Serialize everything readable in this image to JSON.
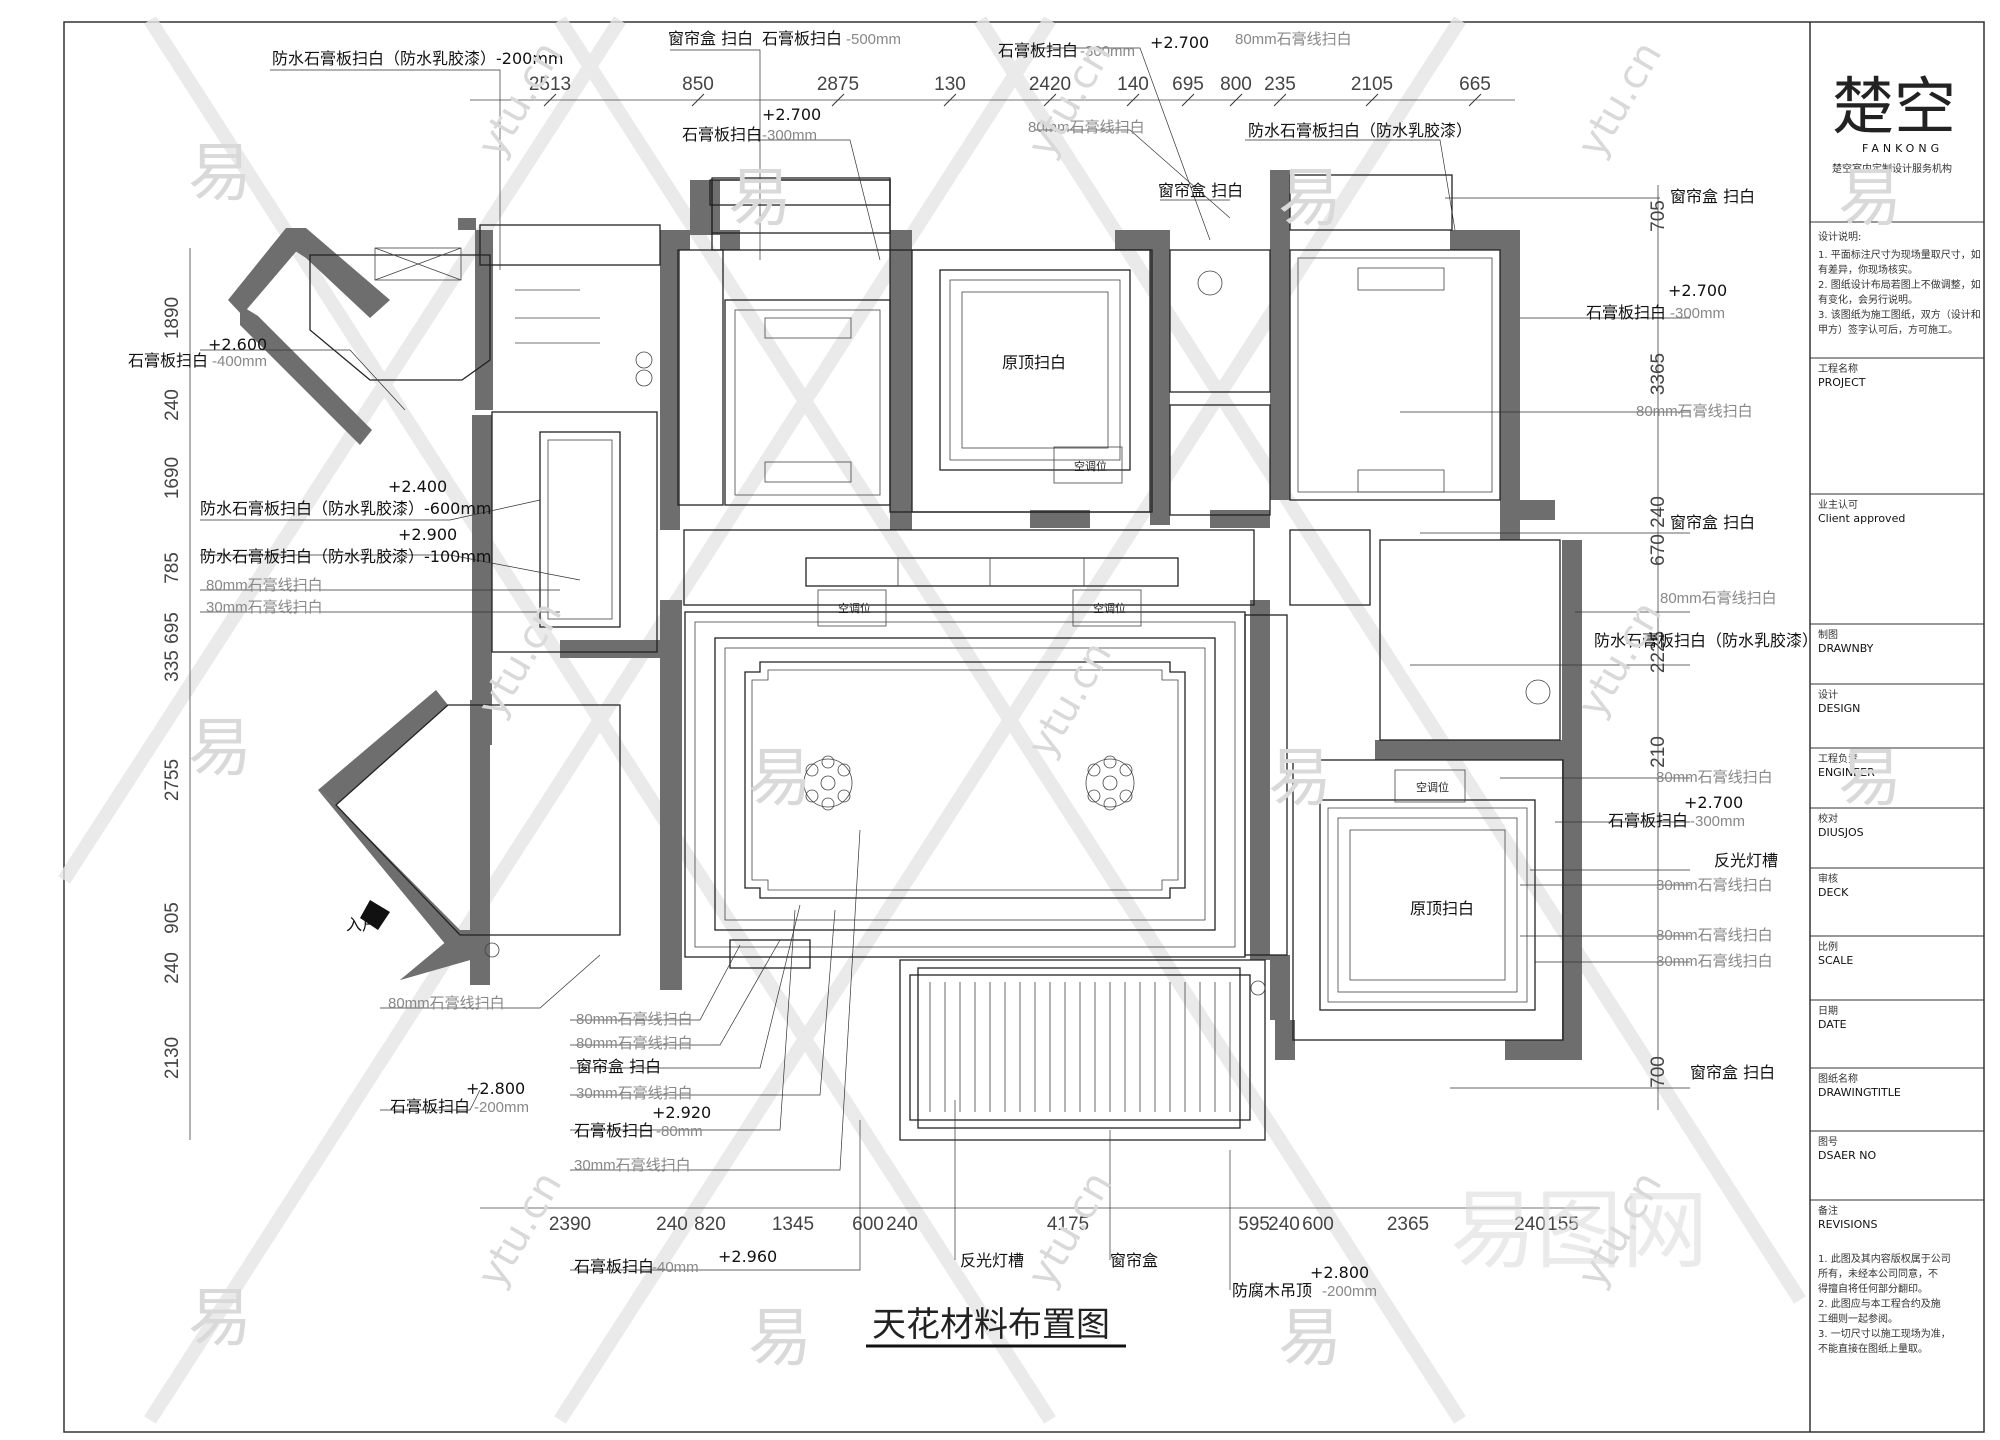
{
  "drawing_title": "天花材料布置图",
  "title_block": {
    "logo_text": "楚空",
    "logo_sub": "FANKONG",
    "company": "楚空室内定制设计服务机构",
    "notes_title": "设计说明:",
    "notes": [
      "1. 平面标注尺寸为现场量取尺寸，如",
      "有差异，你现场核实。",
      "2. 图纸设计布局若图上不做调整，如",
      "有变化，会另行说明。",
      "3. 该图纸为施工图纸，双方（设计和",
      "甲方）签字认可后，方可施工。"
    ],
    "fields": [
      {
        "cn": "工程名称",
        "en": "PROJECT"
      },
      {
        "cn": "业主认可",
        "en": "Client approved"
      },
      {
        "cn": "制图",
        "en": "DRAWNBY"
      },
      {
        "cn": "设计",
        "en": "DESIGN"
      },
      {
        "cn": "工程负责",
        "en": "ENGINEER"
      },
      {
        "cn": "校对",
        "en": "DIUSJOS"
      },
      {
        "cn": "审核",
        "en": "DECK"
      },
      {
        "cn": "比例",
        "en": "SCALE"
      },
      {
        "cn": "日期",
        "en": "DATE"
      },
      {
        "cn": "图纸名称",
        "en": "DRAWINGTITLE"
      },
      {
        "cn": "图号",
        "en": "DSAER NO"
      },
      {
        "cn": "备注",
        "en": "REVISIONS"
      }
    ],
    "revisions": [
      "1. 此图及其内容版权属于公司",
      "所有，未经本公司同意，不",
      "得擅自将任何部分翻印。",
      "2. 此图应与本工程合约及施",
      "工细则一起参阅。",
      "3. 一切尺寸以施工现场为准，",
      "不能直接在图纸上量取。"
    ]
  },
  "dims_top": [
    "2513",
    "850",
    "2875",
    "130",
    "2420",
    "140",
    "695",
    "800",
    "235",
    "2105",
    "665"
  ],
  "dims_bottom": [
    "2390",
    "240",
    "820",
    "1345",
    "600",
    "240",
    "4175",
    "595",
    "240",
    "600",
    "2365",
    "240",
    "155"
  ],
  "dims_left": [
    "1890",
    "240",
    "1690",
    "785",
    "695",
    "335",
    "2755",
    "905",
    "240",
    "2130"
  ],
  "dims_right": [
    "705",
    "3365",
    "240",
    "670",
    "2225",
    "210",
    "700"
  ],
  "rooms": {
    "orig_ceiling_1": "原顶扫白",
    "orig_ceiling_2": "原顶扫白",
    "ac": "空调位",
    "entrance": "入户"
  },
  "labels": {
    "wp_200": "防水石膏板扫白（防水乳胶漆）-200mm",
    "curtain_a": "窗帘盒 扫白",
    "gypsum_500_a": "石膏板扫白",
    "gypsum_500_b": "-500mm",
    "gypsum_300_a": "石膏板扫白",
    "gypsum_300_b": "-300mm",
    "elev_2700_a": "+2.700",
    "line80_a": "80mm石膏线扫白",
    "elev_2700_b": "+2.700",
    "gypsum_300c_a": "石膏板扫白",
    "gypsum_300c_b": "-300mm",
    "line80_b": "80mm石膏线扫白",
    "wp_paint_top": "防水石膏板扫白（防水乳胶漆）",
    "curtain_b": "窗帘盒 扫白",
    "curtain_c": "窗帘盒 扫白",
    "elev_2700_c": "+2.700",
    "gypsum_r1_a": "石膏板扫白",
    "gypsum_r1_b": "-300mm",
    "line80_r1": "80mm石膏线扫白",
    "curtain_r2": "窗帘盒 扫白",
    "line80_r2": "80mm石膏线扫白",
    "wp_paint_r": "防水石膏板扫白（防水乳胶漆）",
    "line80_r3": "80mm石膏线扫白",
    "elev_2700_d": "+2.700",
    "gypsum_r4_a": "石膏板扫白",
    "gypsum_r4_b": "-300mm",
    "cove": "反光灯槽",
    "line30_r1": "30mm石膏线扫白",
    "line80_r4": "80mm石膏线扫白",
    "line30_r2": "30mm石膏线扫白",
    "curtain_r5": "窗帘盒 扫白",
    "elev_2600": "+2.600",
    "gypsum_l1_a": "石膏板扫白",
    "gypsum_l1_b": "-400mm",
    "elev_2400": "+2.400",
    "wp_600": "防水石膏板扫白（防水乳胶漆）-600mm",
    "elev_2900": "+2.900",
    "wp_100": "防水石膏板扫白（防水乳胶漆）-100mm",
    "line80_l": "80mm石膏线扫白",
    "line30_l": "30mm石膏线扫白",
    "line80_b1": "80mm石膏线扫白",
    "line80_b2": "80mm石膏线扫白",
    "line80_b3": "80mm石膏线扫白",
    "curtain_b1": "窗帘盒 扫白",
    "line30_b1": "30mm石膏线扫白",
    "elev_2800": "+2.800",
    "gypsum_b1_a": "石膏板扫白",
    "gypsum_b1_b": "-200mm",
    "elev_2920": "+2.920",
    "gypsum_b2_a": "石膏板扫白",
    "gypsum_b2_b": "-80mm",
    "line30_b2": "30mm石膏线扫白",
    "elev_2960": "+2.960",
    "gypsum_b3_a": "石膏板扫白",
    "gypsum_b3_b": "-40mm",
    "cove_b": "反光灯槽",
    "curtain_bm": "窗帘盒",
    "elev_2800b": "+2.800",
    "wood_a": "防腐木吊顶",
    "wood_b": "-200mm"
  },
  "watermark": "易图网",
  "watermark_char": "易",
  "watermark_url": "ytu.cn"
}
